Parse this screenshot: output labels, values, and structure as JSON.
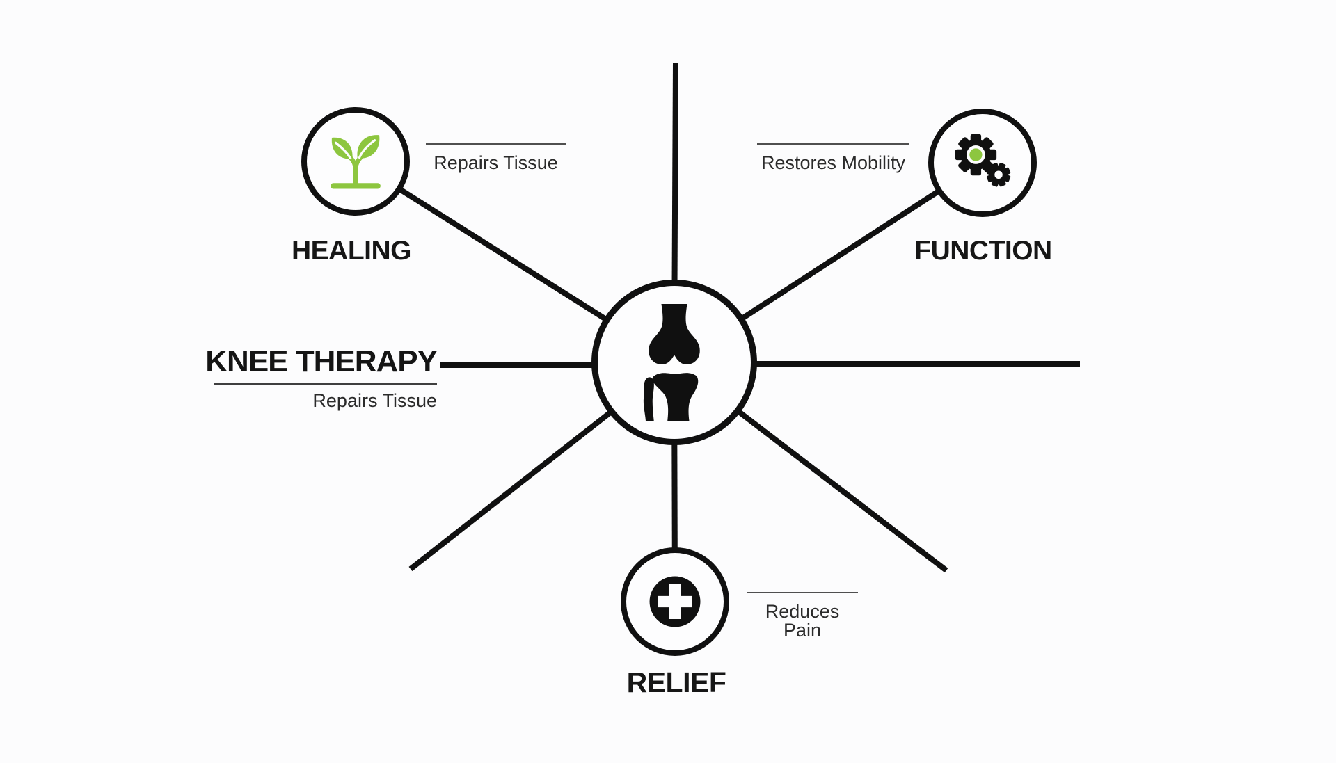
{
  "center": {
    "title": "KNEE THERAPY",
    "subtitle": "Repairs Tissue",
    "icon": "knee-joint-icon"
  },
  "nodes": [
    {
      "id": "healing",
      "label": "HEALING",
      "annotation": "Repairs Tissue",
      "icon": "sprout-icon"
    },
    {
      "id": "function",
      "label": "FUNCTION",
      "annotation": "Restores Mobility",
      "icon": "gears-icon"
    },
    {
      "id": "relief",
      "label": "RELIEF",
      "annotation": "Reduces Pain",
      "icon": "medical-cross-icon"
    }
  ],
  "colors": {
    "accent_green": "#8dc63f",
    "line_black": "#101010",
    "divider_gray": "#4f4f4f",
    "background": "#fcfcfd"
  },
  "layout": {
    "spoke_count": 8
  }
}
